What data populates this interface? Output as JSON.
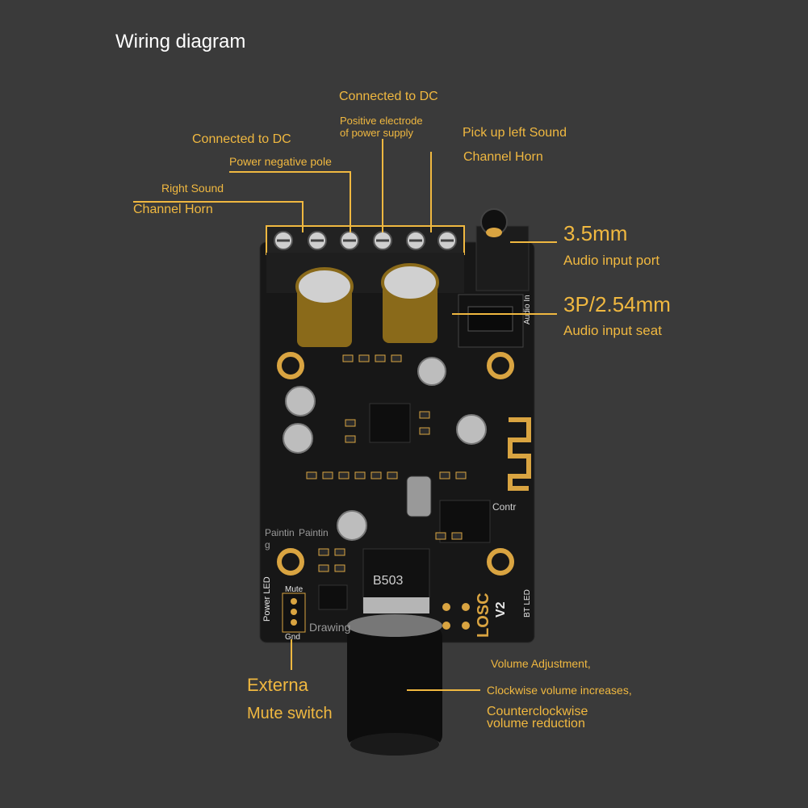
{
  "title": "Wiring diagram",
  "labels": {
    "dc_neg_title": "Connected to DC",
    "dc_neg_sub": "Power negative pole",
    "right_1": "Right Sound",
    "right_2": "Channel Horn",
    "dc_pos_title": "Connected to DC",
    "dc_pos_sub_1": "Positive electrode",
    "dc_pos_sub_2": "of power supply",
    "left_1": "Pick up left Sound",
    "left_2": "Channel Horn",
    "audio_port_1": "3.5mm",
    "audio_port_2": "Audio input port",
    "audio_seat_1": "3P/2.54mm",
    "audio_seat_2": "Audio input seat",
    "mute_1": "Externa",
    "mute_2": "Mute switch",
    "vol_1": "Volume Adjustment,",
    "vol_2": "Clockwise volume increases,",
    "vol_3": "Counterclockwise",
    "vol_4": "volume reduction"
  },
  "board_text": {
    "power_led": "Power LED",
    "mute": "Mute",
    "gnd": "Gnd",
    "drawing": "Drawing",
    "painting_1a": "Paintin",
    "painting_1b": "g",
    "painting_2": "Paintin",
    "contr": "Contr",
    "pot_code": "B503",
    "losc": "LOSC",
    "v2": "V2",
    "bt_led": "BT LED",
    "audio_in": "Audio In"
  },
  "colors": {
    "background": "#3a3a3a",
    "accent": "#f0b840",
    "pcb": "#171717",
    "gold": "#d9a441"
  }
}
